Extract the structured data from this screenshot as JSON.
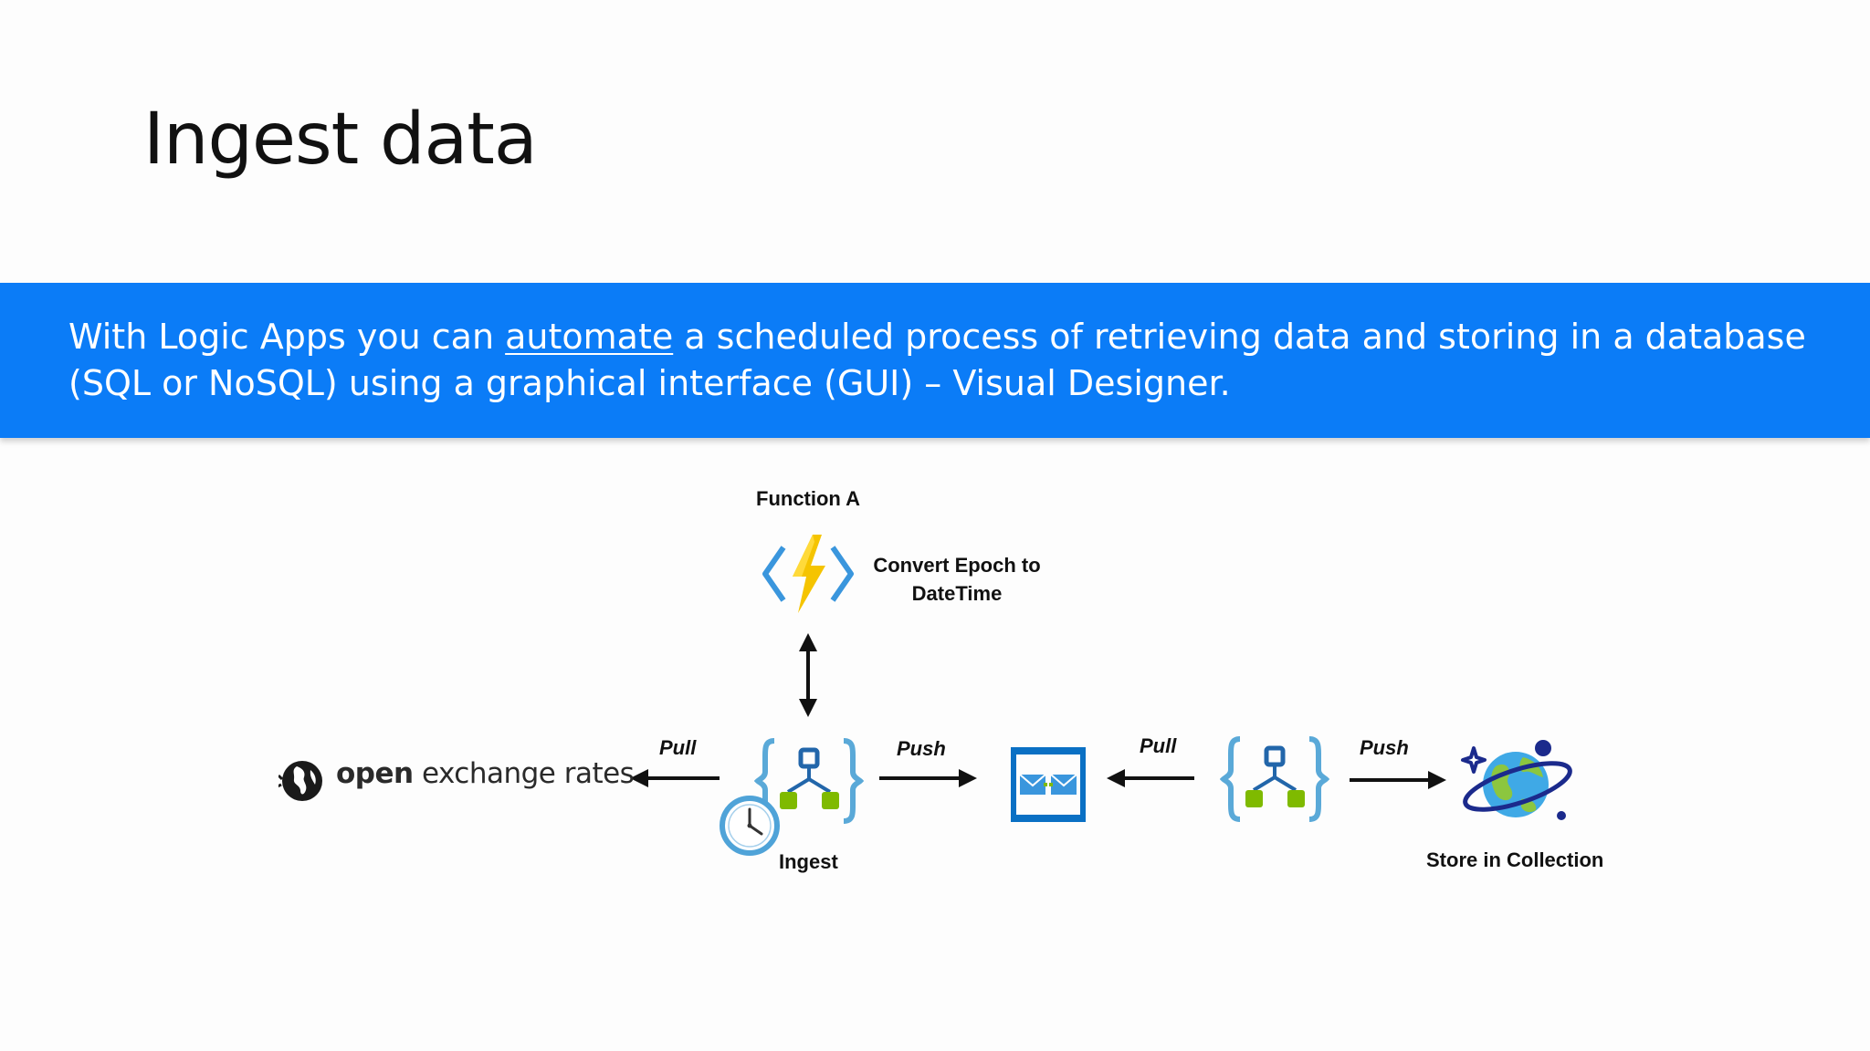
{
  "slide": {
    "title": "Ingest data",
    "banner": {
      "text_before": "With Logic Apps you can ",
      "text_link": "automate",
      "text_after": " a scheduled process of retrieving data and storing in a database (SQL or NoSQL) using a graphical interface (GUI) – Visual Designer."
    }
  },
  "diagram": {
    "function_title": "Function A",
    "function_desc_line1": "Convert Epoch to",
    "function_desc_line2": "DateTime",
    "source_bold": "open",
    "source_rest": " exchange rates",
    "pull_left": "Pull",
    "push_left": "Push",
    "pull_right": "Pull",
    "push_right": "Push",
    "ingest_label": "Ingest",
    "store_label": "Store in Collection",
    "icons": {
      "function": "azure-function-icon",
      "globe": "globe-logo-icon",
      "logic_app_ingest": "logic-app-icon",
      "clock": "clock-icon",
      "queue": "storage-queue-icon",
      "logic_app_store": "logic-app-icon",
      "cosmos": "cosmos-db-icon"
    },
    "colors": {
      "banner": "#0b7cf7",
      "logic_blue": "#5aa9d8",
      "logic_dark": "#2266aa",
      "logic_green": "#7fba00",
      "function_yellow": "#f5c400",
      "queue_blue": "#0a70c4",
      "cosmos_navy": "#1b2a8c"
    }
  }
}
